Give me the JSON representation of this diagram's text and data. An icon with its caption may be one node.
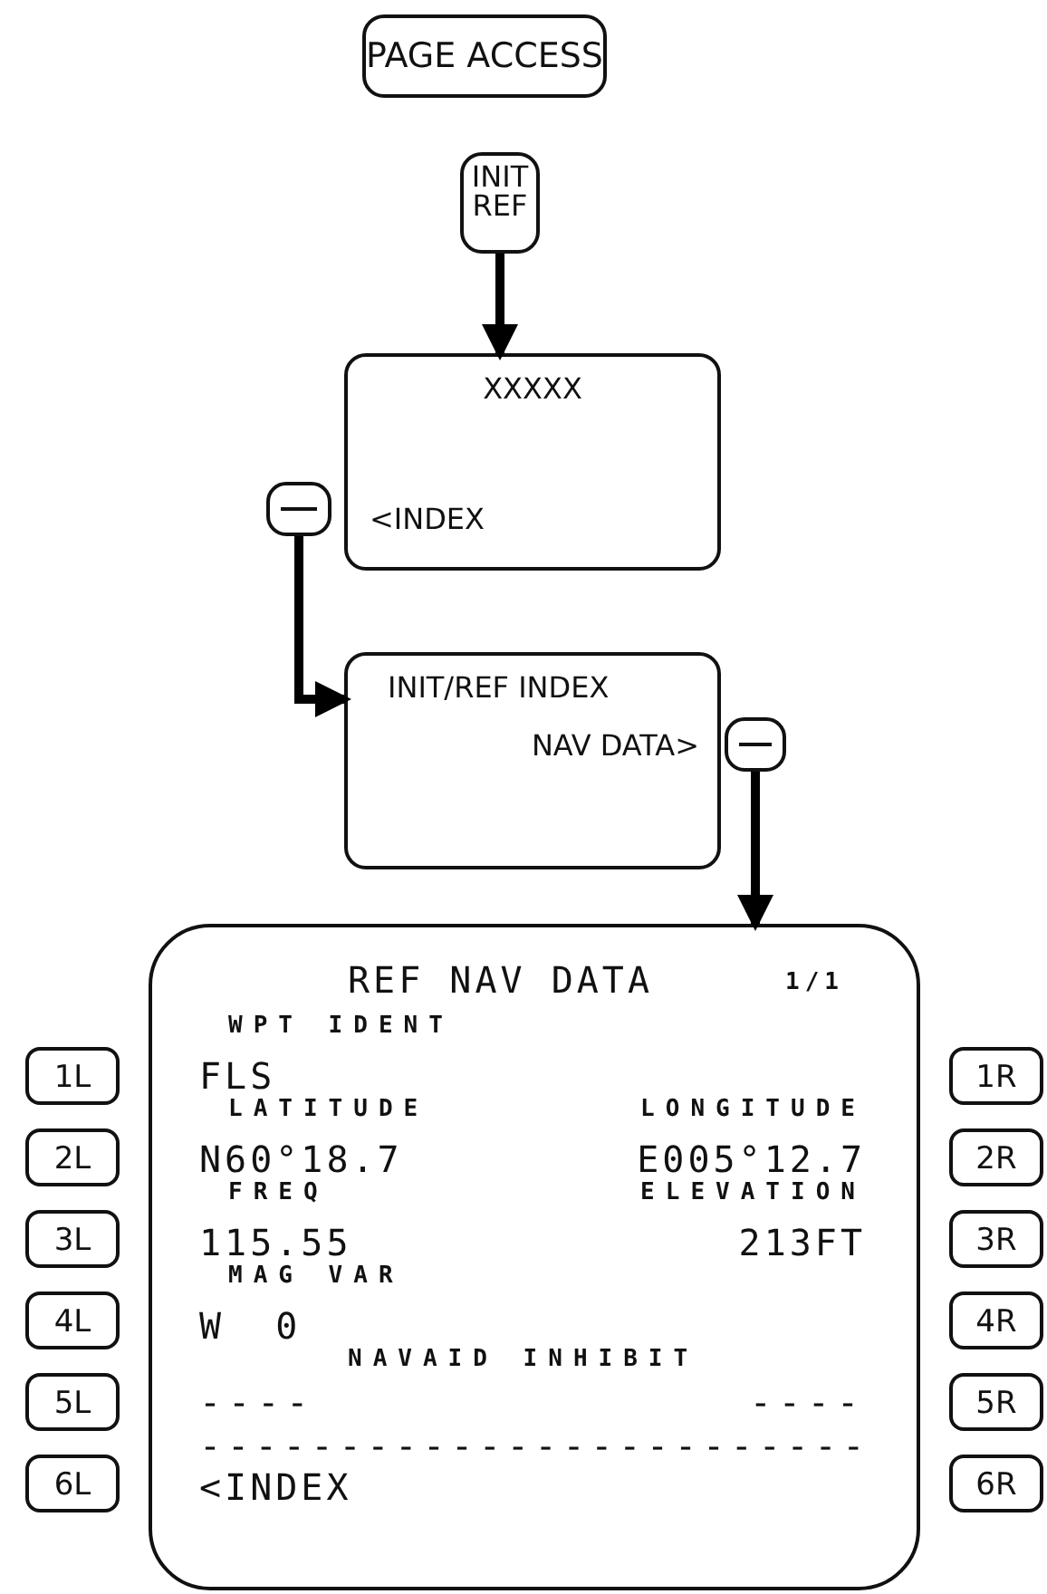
{
  "diagram": {
    "nodes": [
      {
        "text": [
          "PAGE ACCESS"
        ]
      },
      {
        "text": [
          "INIT REF"
        ]
      },
      {
        "text": [
          "XXXXX",
          "<INDEX"
        ]
      },
      {
        "text": [],
        "shape": "box"
      },
      {
        "text": [
          "INIT/REF INDEX",
          "NAV DATA>"
        ]
      },
      {
        "text": [],
        "shape": "box"
      },
      {
        "text": [
          "REF NAV DATA",
          "1/1",
          "WPT IDENT",
          "FLS",
          "LATITUDE",
          "LONGITUDE",
          "N60°18.7",
          "E005°12.7",
          "FREQ",
          "ELEVATION",
          "115.55",
          "213FT",
          "MAG VAR",
          "W  0",
          "NAVAID INHIBIT",
          "----",
          "----",
          "------------------------",
          "<INDEX"
        ]
      },
      {
        "text": [
          "1L"
        ]
      },
      {
        "text": [
          "1R"
        ]
      },
      {
        "text": [
          "2L"
        ]
      },
      {
        "text": [
          "2R"
        ]
      },
      {
        "text": [
          "3L"
        ]
      },
      {
        "text": [
          "3R"
        ]
      },
      {
        "text": [
          "4L"
        ]
      },
      {
        "text": [
          "4R"
        ]
      },
      {
        "text": [
          "5L"
        ]
      },
      {
        "text": [
          "5R"
        ]
      },
      {
        "text": [
          "6L"
        ]
      },
      {
        "text": [
          "6R"
        ]
      }
    ],
    "edges": [
      {
        "from": 1,
        "to": 2,
        "arrow": "to"
      },
      {
        "from": 3,
        "to": 4,
        "arrow": "to"
      },
      {
        "from": 5,
        "to": 6,
        "arrow": "to"
      }
    ]
  }
}
